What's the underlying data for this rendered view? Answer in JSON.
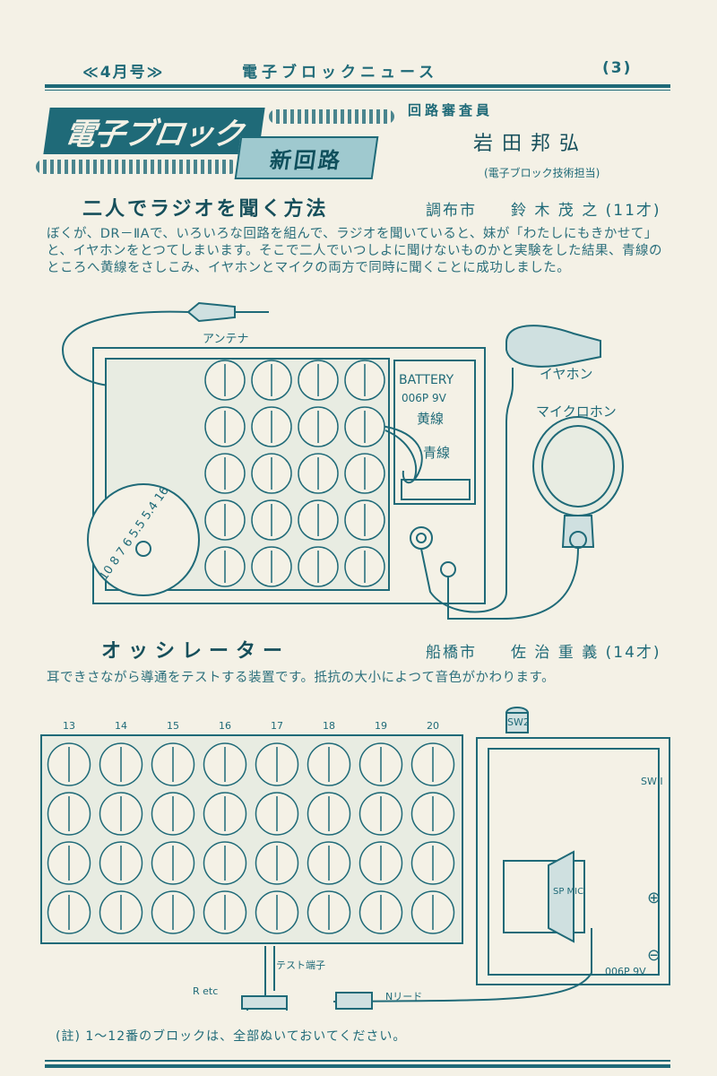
{
  "header": {
    "left": "≪4月号≫",
    "center": "電子ブロックニュース",
    "right": "(3)"
  },
  "banner": {
    "logo": "電子ブロック",
    "badge": "新回路",
    "reviewer_title": "回路審査員",
    "reviewer_name": "岩田邦弘",
    "reviewer_role": "(電子ブロック技術担当)"
  },
  "article1": {
    "title": "二人でラジオを聞く方法",
    "author": "調布市　　鈴 木 茂 之 (11才)",
    "body": "ぼくが、DR－ⅡAで、いろいろな回路を組んで、ラジオを聞いていると、妹が「わたしにもきかせて」と、イヤホンをとつてしまいます。そこで二人でいつしよに聞けないものかと実験をした結果、青線のところへ黄線をさしこみ、イヤホンとマイクの両方で同時に聞くことに成功しました。",
    "labels": {
      "antenna": "アンテナ",
      "battery": "BATTERY",
      "battery_model": "006P 9V",
      "yellow_wire": "黄線",
      "blue_wire": "青線",
      "earphone": "イヤホン",
      "microphone": "マイクロホン",
      "dial": "10 8 7 6 5.5 5.4 16"
    }
  },
  "article2": {
    "title": "オッシレーター",
    "author": "船橋市　　佐 治 重 義 (14才)",
    "body": "耳できさながら導通をテストする装置です。抵抗の大小によつて音色がかわります。",
    "column_numbers": [
      "13",
      "14",
      "15",
      "16",
      "17",
      "18",
      "19",
      "20"
    ],
    "labels": {
      "sw2": "SW2",
      "sw1": "SW I",
      "spmic": "SP MIC",
      "battery_model": "006P 9V",
      "test_terminal": "テスト端子",
      "r_etc": "R etc",
      "n_lead": "Nリード"
    }
  },
  "footnote": "(註) 1〜12番のブロックは、全部ぬいておいてください。"
}
